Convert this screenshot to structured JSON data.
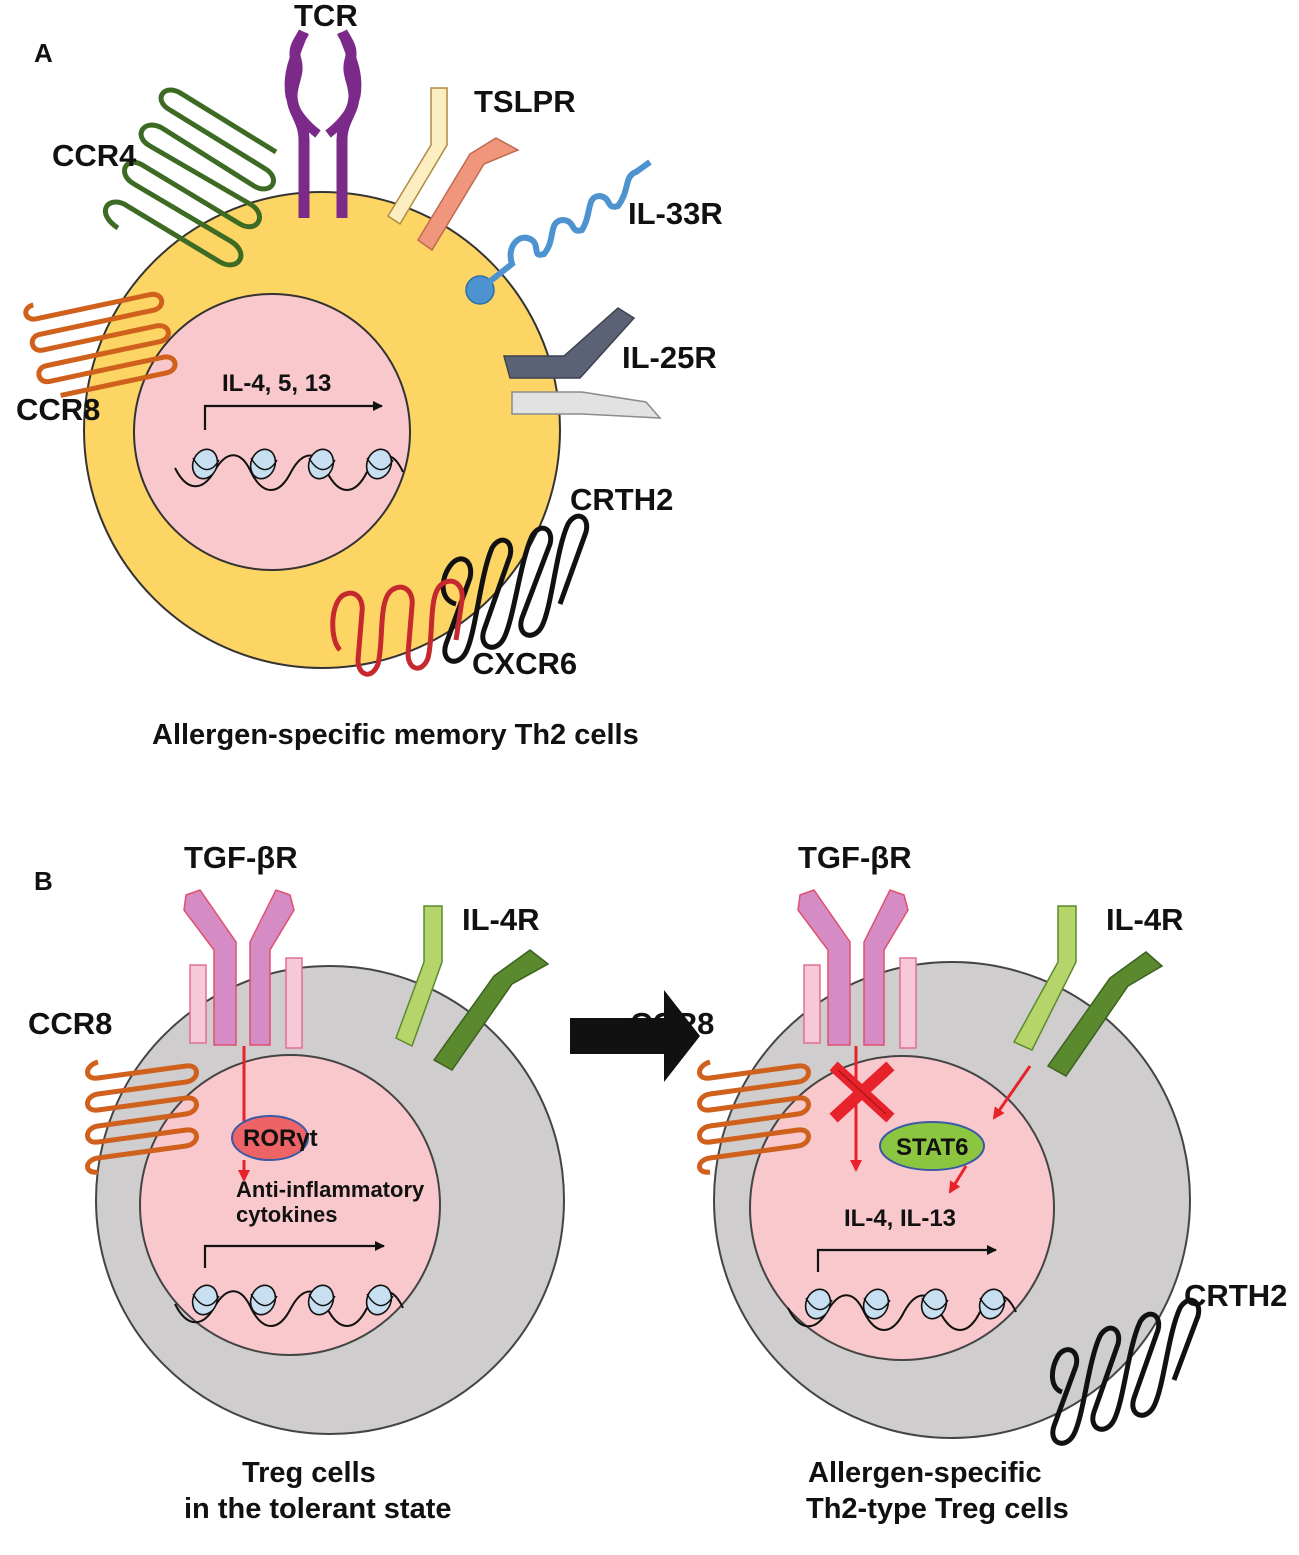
{
  "panel_a": {
    "letter": "A",
    "caption": "Allergen-specific memory Th2 cells",
    "labels": {
      "tcr": "TCR",
      "tslpr": "TSLPR",
      "ccr4": "CCR4",
      "il33r": "IL-33R",
      "il25r": "IL-25R",
      "ccr8": "CCR8",
      "crth2": "CRTH2",
      "cxcr6": "CXCR6",
      "genes": "IL-4, 5, 13"
    }
  },
  "panel_b": {
    "letter": "B",
    "left_cell": {
      "caption_line1": "Treg cells",
      "caption_line2": "in the tolerant state",
      "tgfbr": "TGF-βR",
      "il4r": "IL-4R",
      "ccr8": "CCR8",
      "tf": "RORγt",
      "genes_line1": "Anti-inflammatory",
      "genes_line2": "cytokines"
    },
    "right_cell": {
      "caption_line1": "Allergen-specific",
      "caption_line2": "Th2-type Treg cells",
      "tgfbr": "TGF-βR",
      "il4r": "IL-4R",
      "ccr8": "CCR8",
      "tf": "STAT6",
      "genes": "IL-4, IL-13",
      "crth2": "CRTH2"
    }
  },
  "colors": {
    "th2_cytoplasm": "#fdd565",
    "treg_cytoplasm": "#cfcdce",
    "nucleus": "#f9c8cc",
    "tcr": "#7c2a8a",
    "ccr4": "#3d6b23",
    "ccr8": "#d0611c",
    "crth2": "#111111",
    "cxcr6": "#c5282d",
    "il33r": "#4c93d0",
    "il25r_dark": "#5c6275",
    "il25r_light": "#e2e2e2",
    "tslpr_light": "#fdeec2",
    "tslpr_dark": "#f0967c",
    "tgfbr": "#d58cc4",
    "tgfbr_light": "#f7c8d8",
    "il4r_light": "#b5d56a",
    "il4r_dark": "#5b8a2e",
    "rorgt": "#ee6466",
    "stat6": "#8cc540",
    "signal_arrow": "#e8222a"
  }
}
